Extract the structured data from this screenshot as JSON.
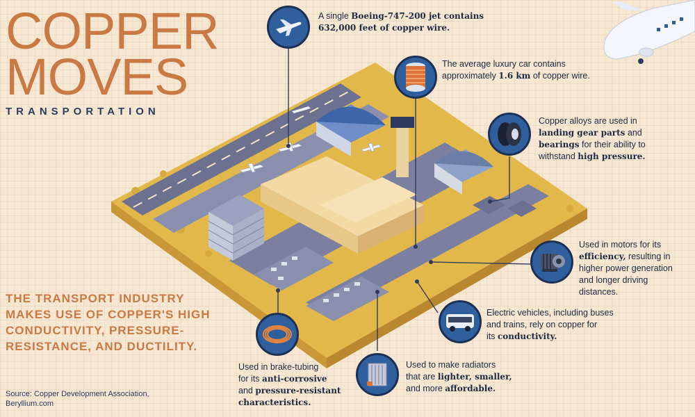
{
  "header": {
    "title_line1": "COPPER",
    "title_line2": "MOVES",
    "subtitle": "TRANSPORTATION"
  },
  "industry_text": "THE TRANSPORT INDUSTRY MAKES USE OF COPPER'S HIGH CONDUCTIVITY, PRESSURE-RESISTANCE, AND DUCTILITY.",
  "source": {
    "line1": "Source: Copper Development Association,",
    "line2": "Beryllium.com"
  },
  "callouts": {
    "jet": {
      "icon": "airplane-icon",
      "p1": "A single ",
      "b1": "Boeing-747-200 jet contains",
      "b2": "632,000 feet of copper wire."
    },
    "car": {
      "icon": "wire-spool-icon",
      "p1": "The average luxury car contains",
      "p2": "approximately ",
      "b1": "1.6 km",
      "p3": " of copper wire."
    },
    "gear": {
      "icon": "tire-icon",
      "p1": "Copper alloys are used in",
      "b1": "landing gear parts",
      "p2": " and",
      "b2": "bearings",
      "p3": " for their ability to",
      "p4": "withstand ",
      "b3": "high pressure."
    },
    "motor": {
      "icon": "electric-motor-icon",
      "p1": "Used in motors for its",
      "b1": "efficiency,",
      "p2": " resulting in",
      "p3": "higher power generation",
      "p4": "and longer driving",
      "p5": "distances."
    },
    "ev": {
      "icon": "bus-icon",
      "p1": "Electric vehicles, including buses",
      "p2": "and trains, rely on copper for",
      "p3": "its ",
      "b1": "conductivity."
    },
    "radiator": {
      "icon": "radiator-icon",
      "p1": "Used to make radiators",
      "p2": "that are ",
      "b1": "lighter, smaller,",
      "p3": "and more ",
      "b2": "affordable."
    },
    "brake": {
      "icon": "copper-tubing-icon",
      "p1": "Used in brake-tubing",
      "p2": "for its ",
      "b1": "anti-corrosive",
      "p3": "and ",
      "b2": "pressure-resistant",
      "b3": "characteristics."
    }
  },
  "colors": {
    "background": "#f6e7d3",
    "copper": "#c97a44",
    "navy": "#2f3b5e",
    "icon_blue": "#2f5f9c",
    "ground": "#e2b84a",
    "road": "#6c7190"
  }
}
